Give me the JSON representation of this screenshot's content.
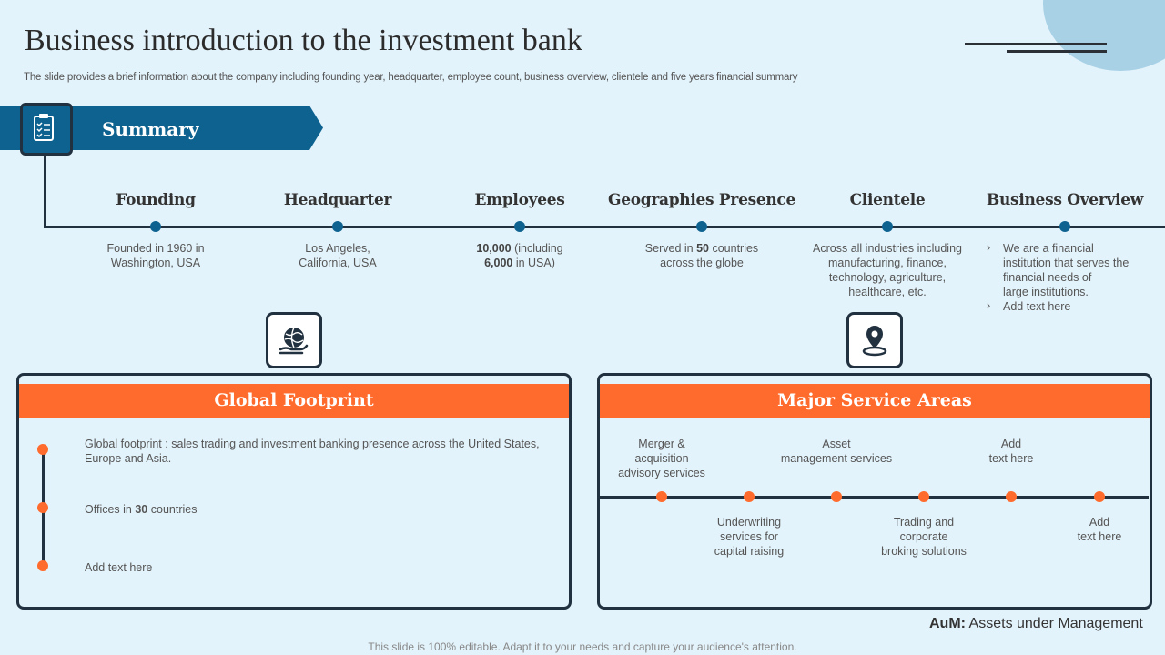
{
  "header": {
    "title": "Business introduction to the investment bank",
    "subtitle": "The slide provides a brief information about the company including founding year, headquarter, employee count, business overview, clientele and five years financial summary"
  },
  "summary": {
    "label": "Summary",
    "icon": "clipboard-checklist-icon"
  },
  "timeline": {
    "founding": {
      "heading": "Founding",
      "line1": "Founded in 1960 in",
      "line2": "Washington, USA"
    },
    "headquarter": {
      "heading": "Headquarter",
      "line1": "Los Angeles,",
      "line2": "California, USA"
    },
    "employees": {
      "heading": "Employees",
      "b1": "10,000",
      "t1": " (including",
      "b2": "6,000",
      "t2": " in USA)"
    },
    "geographies": {
      "heading": "Geographies Presence",
      "t1": "Served in ",
      "b1": "50",
      "t2": " countries",
      "line2": "across the globe"
    },
    "clientele": {
      "heading": "Clientele",
      "line1": "Across all industries including",
      "line2": "manufacturing, finance,",
      "line3": "technology, agriculture,",
      "line4": "healthcare, etc."
    },
    "business_overview": {
      "heading": "Business Overview",
      "item1_line1": "We are a financial",
      "item1_line2": "institution that serves the",
      "item1_line3": "financial needs of",
      "item1_line4": "large institutions.",
      "item2": "Add text here"
    }
  },
  "global_footprint": {
    "title": "Global Footprint",
    "icon": "globe-hand-icon",
    "item1": "Global footprint : sales trading and investment banking presence across the United States, Europe and Asia.",
    "item2_pre": "Offices in ",
    "item2_bold": "30",
    "item2_post": " countries",
    "item3": "Add text here"
  },
  "major_service_areas": {
    "title": "Major Service Areas",
    "icon": "location-pin-icon",
    "top": [
      {
        "l1": "Merger &",
        "l2": "acquisition",
        "l3": "advisory services"
      },
      {
        "l1": "Asset",
        "l2": "management services"
      },
      {
        "l1": "Add",
        "l2": "text here"
      }
    ],
    "bottom": [
      {
        "l1": "Underwriting",
        "l2": "services for",
        "l3": "capital raising"
      },
      {
        "l1": "Trading and",
        "l2": "corporate",
        "l3": "broking solutions"
      },
      {
        "l1": "Add",
        "l2": "text here"
      }
    ]
  },
  "aum": {
    "abbr": "AuM:",
    "text": " Assets under Management"
  },
  "footer": "This slide is 100% editable. Adapt it to your needs and capture your audience's attention.",
  "colors": {
    "primary": "#0e6290",
    "accent": "#ff6b2c",
    "dark": "#22313f",
    "background": "#e3f3fb",
    "deco": "#a8d1e6"
  }
}
